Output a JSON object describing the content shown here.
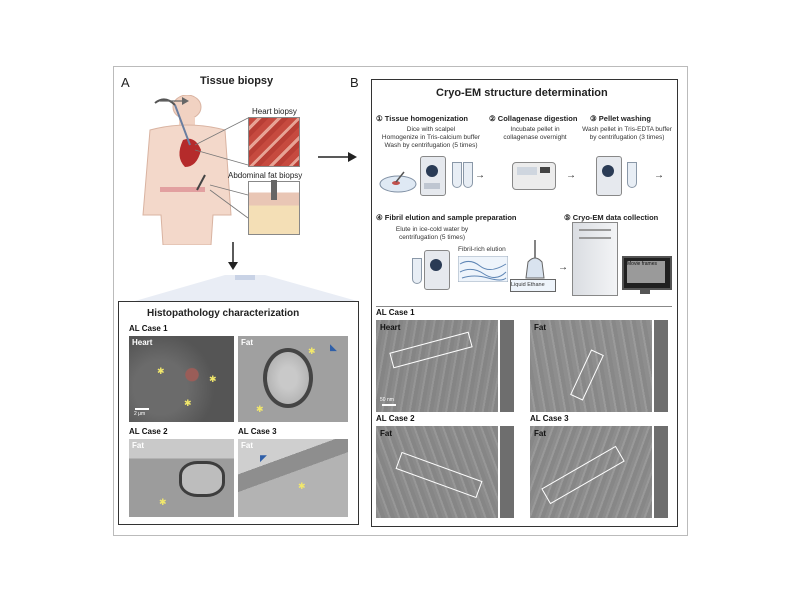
{
  "panel_a": {
    "letter": "A",
    "title": "Tissue biopsy",
    "heart_label": "Heart biopsy",
    "fat_label": "Abdominal fat biopsy"
  },
  "histo": {
    "title": "Histopathology characterization",
    "case1": "AL Case 1",
    "case2": "AL Case 2",
    "case3": "AL Case 3",
    "heart": "Heart",
    "fat": "Fat",
    "scale": "2 μm"
  },
  "panel_b": {
    "letter": "B",
    "title": "Cryo-EM structure determination",
    "step1_title": "① Tissue homogenization",
    "step1_text1": "Dice with scalpel",
    "step1_text2": "Homogenize in Tris-calcium buffer",
    "step1_text3": "Wash by centrifugation (5 times)",
    "step2_title": "② Collagenase digestion",
    "step2_text1": "Incubate pellet in",
    "step2_text2": "collagenase overnight",
    "step3_title": "③ Pellet washing",
    "step3_text1": "Wash pellet in Tris-EDTA buffer",
    "step3_text2": "by centrifugation (3 times)",
    "step4_title": "④ Fibril elution and sample preparation",
    "step4_text1": "Elute in ice-cold water by",
    "step4_text2": "centrifugation (5 times)",
    "fibril_label": "Fibril-rich elution",
    "ethane_label": "Liquid Ethane",
    "step5_title": "⑤ Cryo-EM data collection",
    "movie_label": "Movie frames",
    "em_case1": "AL Case 1",
    "em_case2": "AL Case 2",
    "em_case3": "AL Case 3",
    "heart": "Heart",
    "fat": "Fat",
    "scale": "50 nm"
  }
}
